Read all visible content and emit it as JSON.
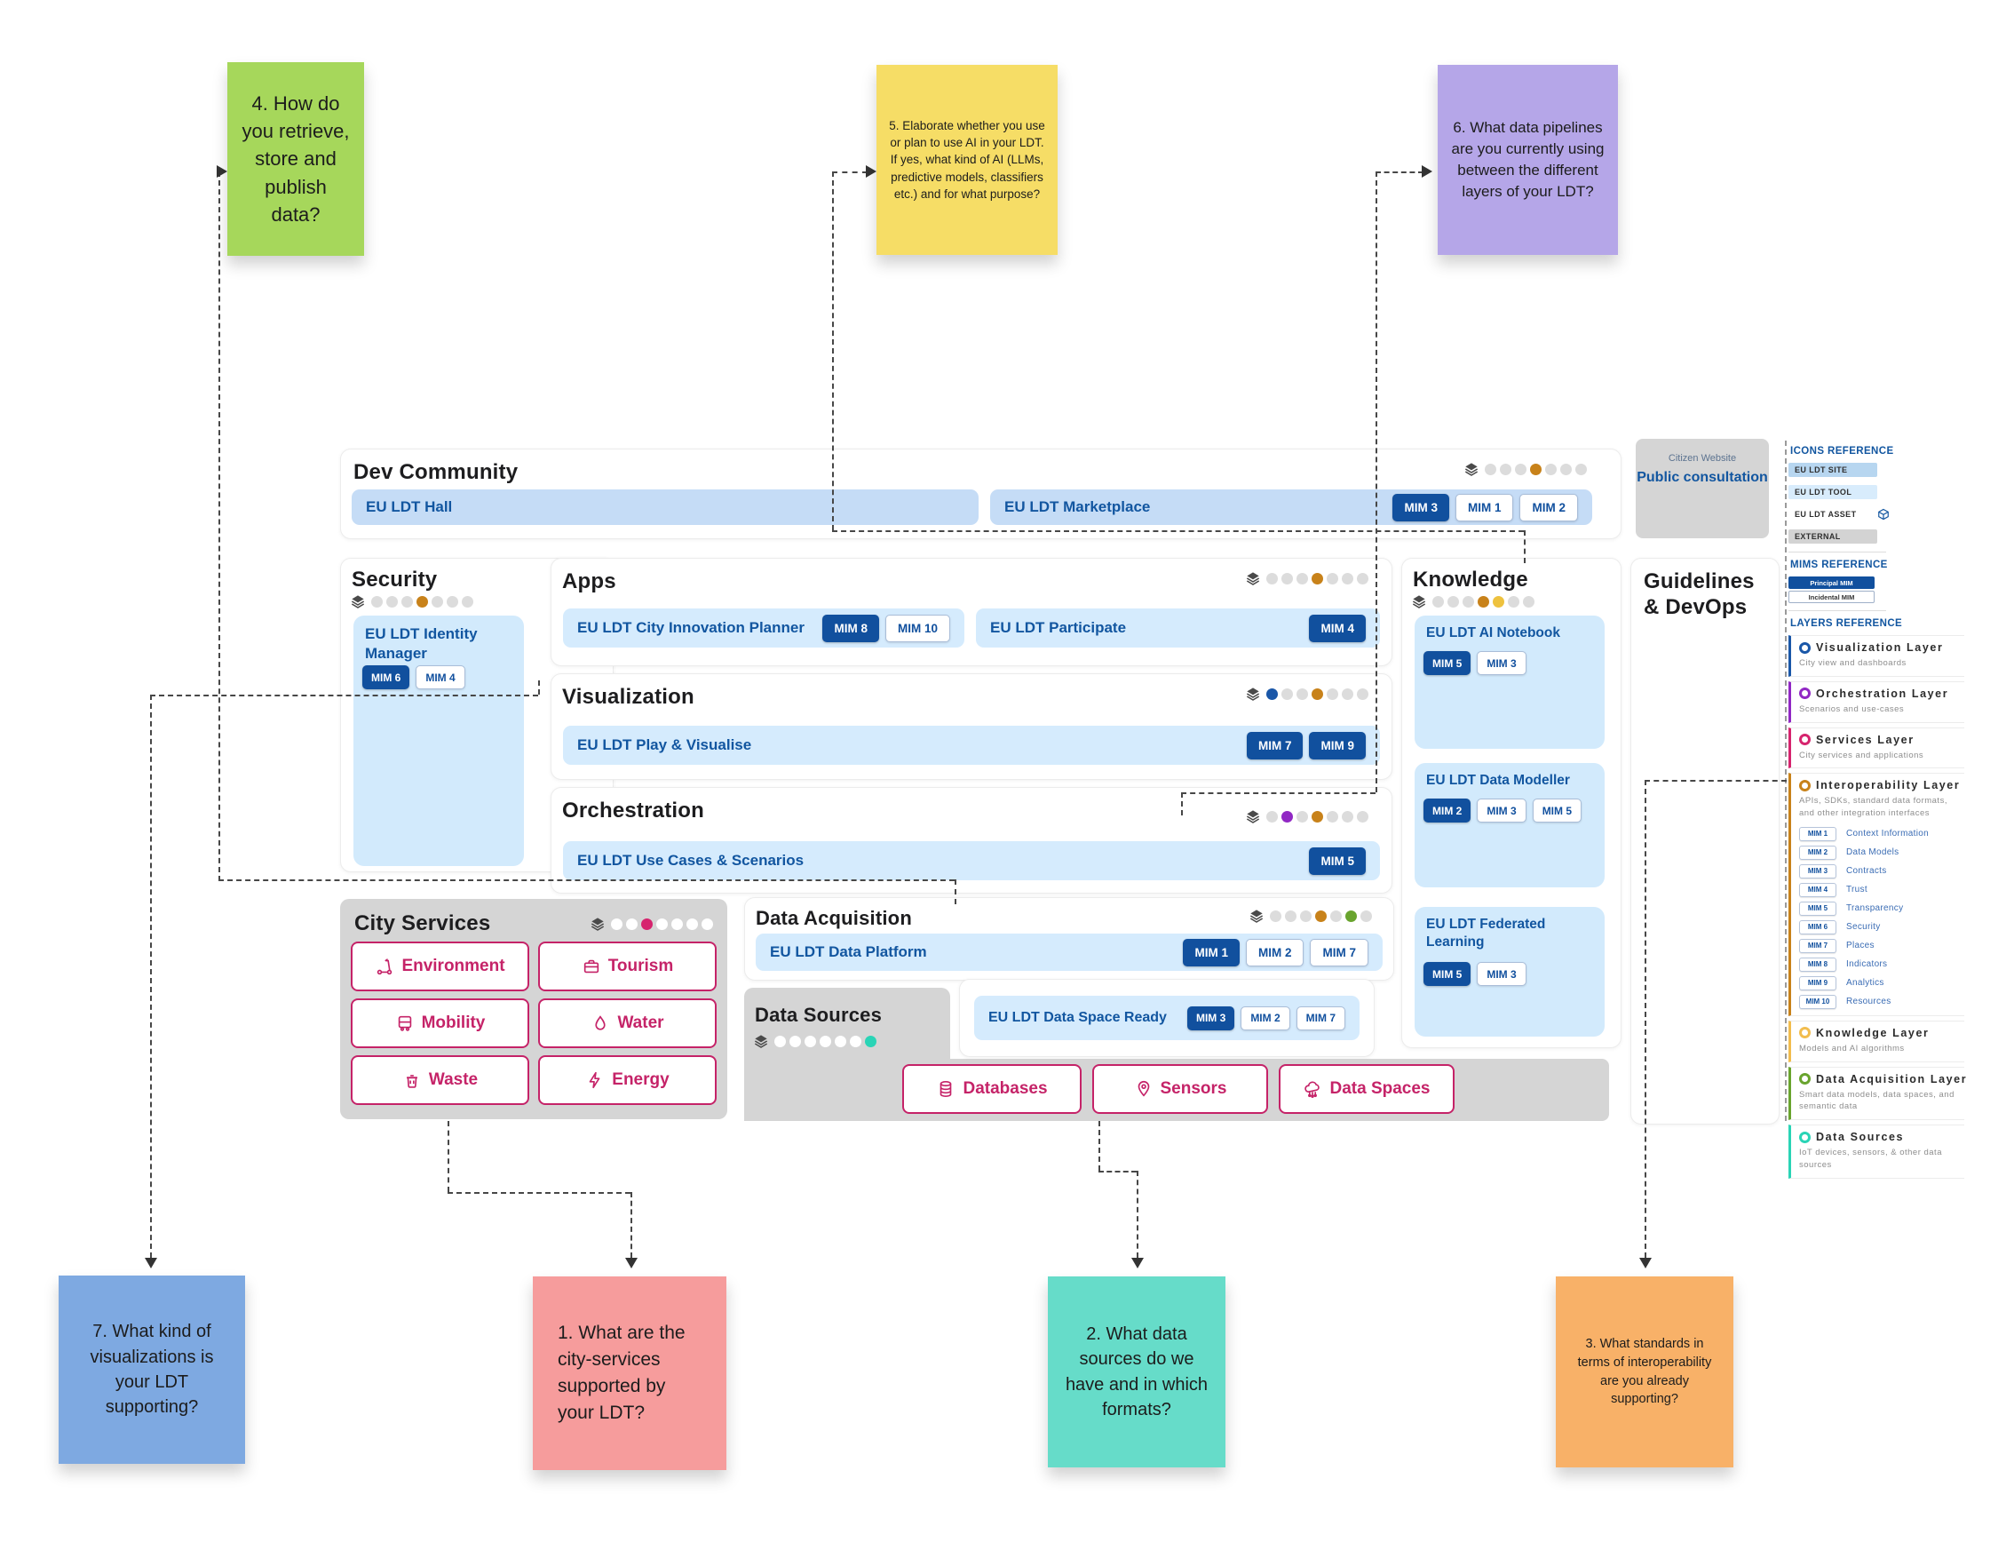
{
  "notes": [
    {
      "text": "4. How do you retrieve, store and publish data?",
      "color": "#a6d75b"
    },
    {
      "text": "5. Elaborate whether you use or plan to use AI in your LDT. If yes, what kind of AI (LLMs, predictive models, classifiers etc.) and for what purpose?",
      "color": "#f6dd66"
    },
    {
      "text": "6. What data pipelines are you currently using between the different layers of your LDT?",
      "color": "#b5a6e8"
    },
    {
      "text": "7. What kind of visualizations is your LDT supporting?",
      "color": "#7ea9e1"
    },
    {
      "text": "1. What are the city-services supported by your LDT?",
      "color": "#f69c9c"
    },
    {
      "text": "2. What data sources do we have and in which formats?",
      "color": "#66dcc9"
    },
    {
      "text": "3. What standards in terms of interoperability are you already supporting?",
      "color": "#f8b168"
    }
  ],
  "dev": {
    "title": "Dev Community",
    "dots": [
      "#dcdcdc",
      "#dcdcdc",
      "#dcdcdc",
      "#c8821a",
      "#dcdcdc",
      "#dcdcdc",
      "#dcdcdc"
    ],
    "hall": {
      "label": "EU LDT Hall"
    },
    "marketplace": {
      "label": "EU LDT Marketplace",
      "badges": [
        {
          "label": "MIM 3",
          "filled": true
        },
        {
          "label": "MIM 1",
          "filled": false
        },
        {
          "label": "MIM 2",
          "filled": false
        }
      ]
    }
  },
  "consult": {
    "super": "Citizen Website",
    "title": "Public consultation"
  },
  "security": {
    "title": "Security",
    "dots": [
      "#dcdcdc",
      "#dcdcdc",
      "#dcdcdc",
      "#c8821a",
      "#dcdcdc",
      "#dcdcdc",
      "#dcdcdc"
    ],
    "identity": {
      "label": "EU LDT Identity Manager",
      "badges": [
        {
          "label": "MIM 6",
          "filled": true
        },
        {
          "label": "MIM 4",
          "filled": false
        }
      ]
    }
  },
  "apps": {
    "title": "Apps",
    "dots": [
      "#dcdcdc",
      "#dcdcdc",
      "#dcdcdc",
      "#c8821a",
      "#dcdcdc",
      "#dcdcdc",
      "#dcdcdc"
    ],
    "planner": {
      "label": "EU LDT City Innovation Planner",
      "badges": [
        {
          "label": "MIM 8",
          "filled": true
        },
        {
          "label": "MIM 10",
          "filled": false
        }
      ]
    },
    "participate": {
      "label": "EU LDT Participate",
      "badges": [
        {
          "label": "MIM 4",
          "filled": true
        }
      ]
    }
  },
  "viz": {
    "title": "Visualization",
    "dots": [
      "#1a57a8",
      "#dcdcdc",
      "#dcdcdc",
      "#c8821a",
      "#dcdcdc",
      "#dcdcdc",
      "#dcdcdc"
    ],
    "play": {
      "label": "EU LDT Play & Visualise",
      "badges": [
        {
          "label": "MIM 7",
          "filled": true
        },
        {
          "label": "MIM 9",
          "filled": true
        }
      ]
    }
  },
  "orch": {
    "title": "Orchestration",
    "dots": [
      "#dcdcdc",
      "#9128c4",
      "#dcdcdc",
      "#c8821a",
      "#dcdcdc",
      "#dcdcdc",
      "#dcdcdc"
    ],
    "usecases": {
      "label": "EU LDT Use Cases & Scenarios",
      "badges": [
        {
          "label": "MIM 5",
          "filled": true
        }
      ]
    }
  },
  "city": {
    "title": "City Services",
    "dots": [
      "#ffffff",
      "#ffffff",
      "#d6246e",
      "#ffffff",
      "#ffffff",
      "#ffffff",
      "#ffffff"
    ],
    "buttons": [
      {
        "label": "Environment"
      },
      {
        "label": "Tourism"
      },
      {
        "label": "Mobility"
      },
      {
        "label": "Water"
      },
      {
        "label": "Waste"
      },
      {
        "label": "Energy"
      }
    ]
  },
  "dataacq": {
    "title": "Data Acquisition",
    "dots": [
      "#dcdcdc",
      "#dcdcdc",
      "#dcdcdc",
      "#c8821a",
      "#dcdcdc",
      "#69a42e",
      "#dcdcdc"
    ],
    "platform": {
      "label": "EU LDT Data Platform",
      "badges": [
        {
          "label": "MIM 1",
          "filled": true
        },
        {
          "label": "MIM 2",
          "filled": false
        },
        {
          "label": "MIM 7",
          "filled": false
        }
      ]
    }
  },
  "dsr": {
    "label": "EU LDT Data Space Ready",
    "badges": [
      {
        "label": "MIM 3",
        "filled": true
      },
      {
        "label": "MIM 2",
        "filled": false
      },
      {
        "label": "MIM 7",
        "filled": false
      }
    ]
  },
  "datasources": {
    "title": "Data Sources",
    "dots": [
      "#ffffff",
      "#ffffff",
      "#ffffff",
      "#ffffff",
      "#ffffff",
      "#ffffff",
      "#2ad4b6"
    ],
    "buttons": [
      {
        "label": "Databases"
      },
      {
        "label": "Sensors"
      },
      {
        "label": "Data Spaces"
      }
    ]
  },
  "knowledge": {
    "title": "Knowledge",
    "dots": [
      "#dcdcdc",
      "#dcdcdc",
      "#dcdcdc",
      "#c8821a",
      "#eec23f",
      "#dcdcdc",
      "#dcdcdc"
    ],
    "notebook": {
      "label": "EU LDT AI Notebook",
      "badges": [
        {
          "label": "MIM 5",
          "filled": true
        },
        {
          "label": "MIM 3",
          "filled": false
        }
      ]
    },
    "modeller": {
      "label": "EU LDT Data Modeller",
      "badges": [
        {
          "label": "MIM 2",
          "filled": true
        },
        {
          "label": "MIM 3",
          "filled": false
        },
        {
          "label": "MIM 5",
          "filled": false
        }
      ]
    },
    "federated": {
      "label": "EU LDT Federated Learning",
      "badges": [
        {
          "label": "MIM 5",
          "filled": true
        },
        {
          "label": "MIM 3",
          "filled": false
        }
      ]
    }
  },
  "guidelines": {
    "title": "Guidelines & DevOps"
  },
  "reference": {
    "icons_title": "ICONS REFERENCE",
    "icons": [
      {
        "label": "EU LDT SITE",
        "bg": "#b7d6f0"
      },
      {
        "label": "EU LDT TOOL",
        "bg": "#d8ecfc"
      },
      {
        "label": "EU LDT ASSET",
        "bg": "#ffffff"
      },
      {
        "label": "EXTERNAL",
        "bg": "#d3d3d3"
      }
    ],
    "mims_title": "MIMS REFERENCE",
    "principal": "Principal MIM",
    "incidental": "Incidental MIM",
    "layers_title": "LAYERS REFERENCE",
    "layers": [
      {
        "name": "Visualization Layer",
        "desc": "City view and dashboards",
        "color": "#1a57a8"
      },
      {
        "name": "Orchestration Layer",
        "desc": "Scenarios and use-cases",
        "color": "#9128c4"
      },
      {
        "name": "Services Layer",
        "desc": "City services and applications",
        "color": "#d6246e"
      },
      {
        "name": "Interoperability Layer",
        "desc": "APIs, SDKs, standard data formats, and other integration interfaces",
        "color": "#c8821a"
      },
      {
        "name": "Knowledge Layer",
        "desc": "Models and AI algorithms",
        "color": "#f2bd4e"
      },
      {
        "name": "Data Acquisition Layer",
        "desc": "Smart data models, data spaces, and semantic data",
        "color": "#69a42e"
      },
      {
        "name": "Data Sources",
        "desc": "IoT devices, sensors, & other data sources",
        "color": "#2ad4b6"
      }
    ],
    "mims": [
      {
        "badge": "MIM 1",
        "name": "Context Information"
      },
      {
        "badge": "MIM 2",
        "name": "Data Models"
      },
      {
        "badge": "MIM 3",
        "name": "Contracts"
      },
      {
        "badge": "MIM 4",
        "name": "Trust"
      },
      {
        "badge": "MIM 5",
        "name": "Transparency"
      },
      {
        "badge": "MIM 6",
        "name": "Security"
      },
      {
        "badge": "MIM 7",
        "name": "Places"
      },
      {
        "badge": "MIM 8",
        "name": "Indicators"
      },
      {
        "badge": "MIM 9",
        "name": "Analytics"
      },
      {
        "badge": "MIM 10",
        "name": "Resources"
      }
    ]
  }
}
